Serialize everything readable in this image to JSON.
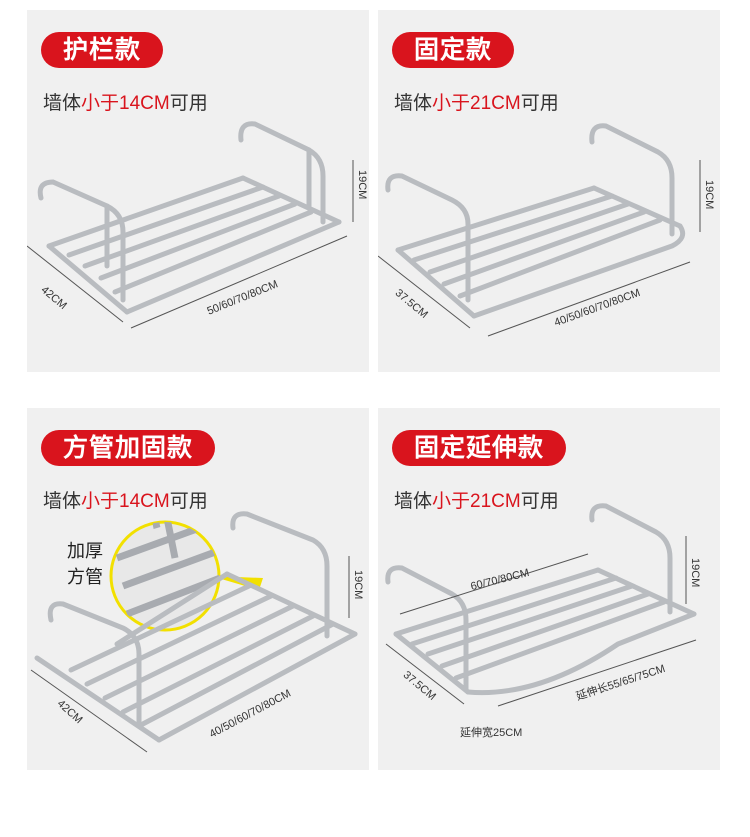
{
  "panels": [
    {
      "badge": "护栏款",
      "note_prefix": "墙体",
      "note_highlight": "小于14CM",
      "note_suffix": "可用",
      "dims": {
        "height": "19CM",
        "depth": "42CM",
        "length": "50/60/70/80CM"
      }
    },
    {
      "badge": "固定款",
      "note_prefix": "墙体",
      "note_highlight": "小于21CM",
      "note_suffix": "可用",
      "dims": {
        "height": "19CM",
        "depth": "37.5CM",
        "length": "40/50/60/70/80CM"
      }
    },
    {
      "badge": "方管加固款",
      "note_prefix": "墙体",
      "note_highlight": "小于14CM",
      "note_suffix": "可用",
      "callout_line1": "加厚",
      "callout_line2": "方管",
      "dims": {
        "height": "19CM",
        "depth": "42CM",
        "length": "40/50/60/70/80CM"
      }
    },
    {
      "badge": "固定延伸款",
      "note_prefix": "墙体",
      "note_highlight": "小于21CM",
      "note_suffix": "可用",
      "dims": {
        "height": "19CM",
        "depth": "37.5CM",
        "length": "60/70/80CM",
        "extend_length": "延伸长55/65/75CM",
        "extend_width": "延伸宽25CM"
      }
    }
  ],
  "colors": {
    "badge": "#d9141d",
    "panel_bg": "#f0f0f0",
    "steel": "#b9bcc0",
    "highlight": "#d9141d"
  }
}
